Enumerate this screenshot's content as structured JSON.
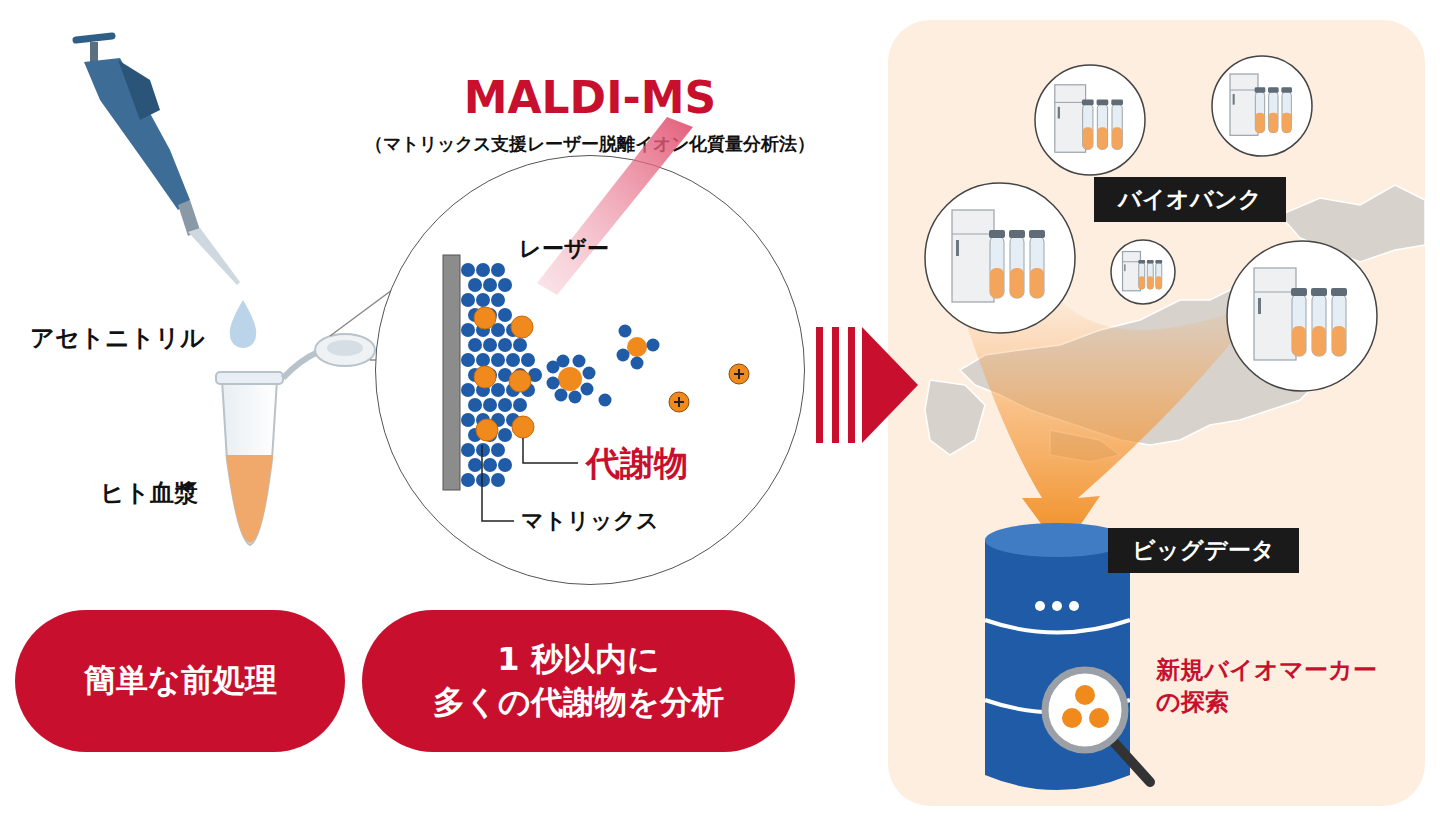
{
  "diagram": {
    "title": "MALDI-MS",
    "nodes": [
      {
        "text": [
          "レーザー",
          "代謝物",
          "マトリックス"
        ]
      },
      {
        "text": [
          "簡単な前処理"
        ]
      },
      {
        "text": [
          "1 秒以内に 多くの代謝物を分析"
        ]
      },
      {
        "text": [
          "バイオバンク"
        ]
      },
      {
        "text": [
          "ビッグデータ"
        ]
      }
    ],
    "labels": [
      "（マトリックス支援レーザー脱離イオン化質量分析法）",
      "アセトニトリル",
      "ヒト血漿",
      "新規バイオマーカー の探索"
    ]
  }
}
